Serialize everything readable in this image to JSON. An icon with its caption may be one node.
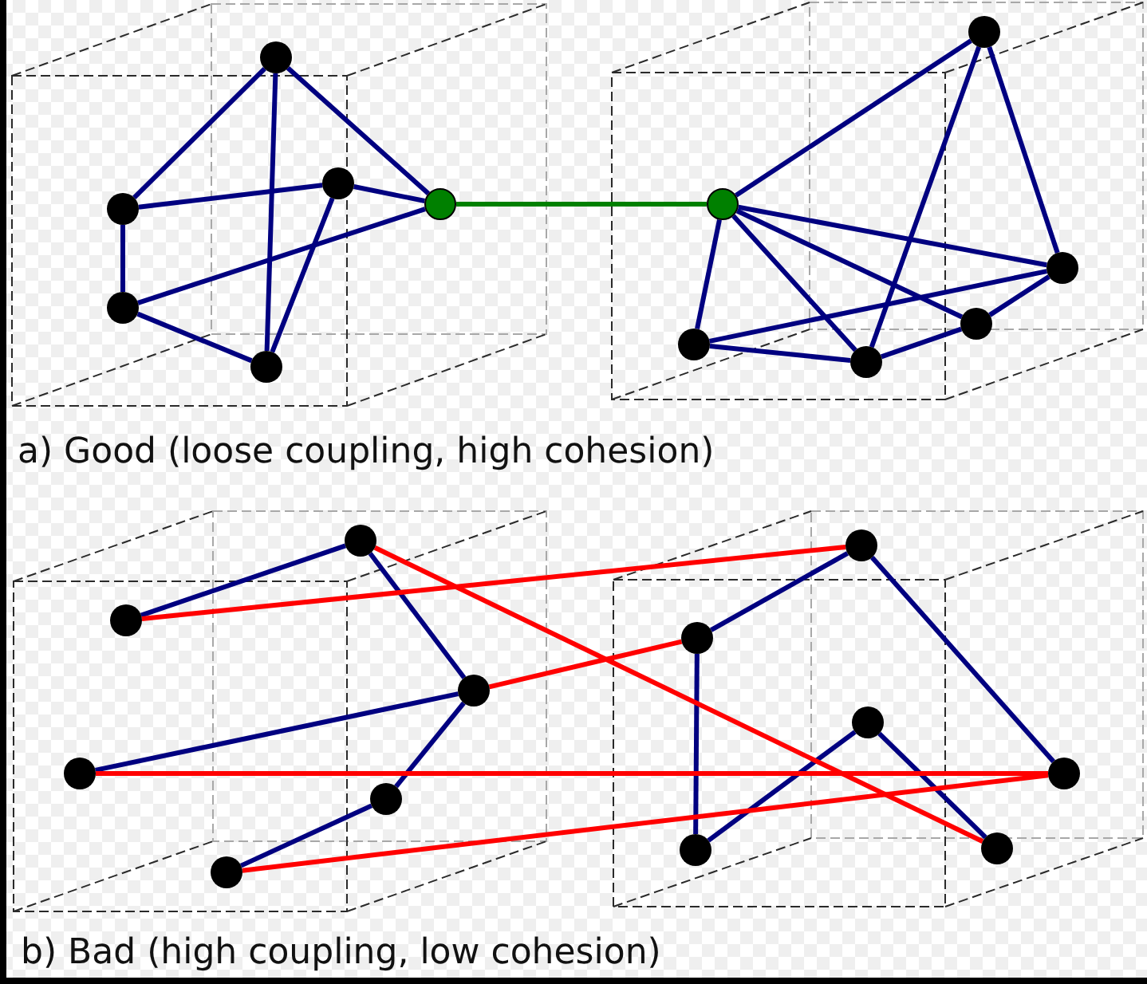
{
  "diagram": {
    "nodes": [
      {
        "text": [],
        "shape": "circle"
      },
      {
        "text": [],
        "shape": "circle"
      },
      {
        "text": [],
        "shape": "circle"
      },
      {
        "text": [],
        "shape": "circle"
      },
      {
        "text": [],
        "shape": "circle"
      },
      {
        "text": [],
        "shape": "circle"
      },
      {
        "text": [],
        "shape": "circle"
      },
      {
        "text": [],
        "shape": "circle"
      },
      {
        "text": [],
        "shape": "circle"
      },
      {
        "text": [],
        "shape": "circle"
      },
      {
        "text": [],
        "shape": "circle"
      },
      {
        "text": [],
        "shape": "circle"
      },
      {
        "text": [],
        "shape": "circle"
      },
      {
        "text": [],
        "shape": "circle"
      },
      {
        "text": [],
        "shape": "circle"
      },
      {
        "text": [],
        "shape": "circle"
      },
      {
        "text": [],
        "shape": "circle"
      },
      {
        "text": [],
        "shape": "circle"
      },
      {
        "text": [],
        "shape": "circle"
      },
      {
        "text": [],
        "shape": "circle"
      },
      {
        "text": [],
        "shape": "circle"
      },
      {
        "text": [],
        "shape": "circle"
      },
      {
        "text": [],
        "shape": "circle"
      },
      {
        "text": [],
        "shape": "circle"
      }
    ],
    "edges": [
      {
        "from": 0,
        "to": 1,
        "arrow": "none"
      },
      {
        "from": 0,
        "to": 5,
        "arrow": "none"
      },
      {
        "from": 0,
        "to": 3,
        "arrow": "none"
      },
      {
        "from": 1,
        "to": 2,
        "arrow": "none"
      },
      {
        "from": 1,
        "to": 4,
        "arrow": "none"
      },
      {
        "from": 2,
        "to": 3,
        "arrow": "none"
      },
      {
        "from": 2,
        "to": 5,
        "arrow": "none"
      },
      {
        "from": 4,
        "to": 3,
        "arrow": "none"
      },
      {
        "from": 4,
        "to": 5,
        "arrow": "none"
      },
      {
        "from": 3,
        "to": 7,
        "arrow": "none",
        "color": "#008000"
      },
      {
        "from": 7,
        "to": 6,
        "arrow": "none"
      },
      {
        "from": 7,
        "to": 10,
        "arrow": "none"
      },
      {
        "from": 7,
        "to": 11,
        "arrow": "none"
      },
      {
        "from": 7,
        "to": 9,
        "arrow": "none"
      },
      {
        "from": 7,
        "to": 8,
        "arrow": "none"
      },
      {
        "from": 6,
        "to": 11,
        "arrow": "none"
      },
      {
        "from": 6,
        "to": 8,
        "arrow": "none"
      },
      {
        "from": 10,
        "to": 8,
        "arrow": "none"
      },
      {
        "from": 10,
        "to": 11,
        "arrow": "none"
      },
      {
        "from": 11,
        "to": 9,
        "arrow": "none"
      },
      {
        "from": 9,
        "to": 8,
        "arrow": "none"
      },
      {
        "from": 12,
        "to": 13,
        "arrow": "none"
      },
      {
        "from": 12,
        "to": 14,
        "arrow": "none"
      },
      {
        "from": 14,
        "to": 15,
        "arrow": "none"
      },
      {
        "from": 14,
        "to": 16,
        "arrow": "none"
      },
      {
        "from": 16,
        "to": 17,
        "arrow": "none"
      },
      {
        "from": 18,
        "to": 19,
        "arrow": "none"
      },
      {
        "from": 18,
        "to": 21,
        "arrow": "none"
      },
      {
        "from": 19,
        "to": 22,
        "arrow": "none"
      },
      {
        "from": 22,
        "to": 20,
        "arrow": "none"
      },
      {
        "from": 20,
        "to": 23,
        "arrow": "none"
      },
      {
        "from": 13,
        "to": 18,
        "arrow": "none",
        "color": "#ff0000"
      },
      {
        "from": 12,
        "to": 23,
        "arrow": "none",
        "color": "#ff0000"
      },
      {
        "from": 14,
        "to": 19,
        "arrow": "none",
        "color": "#ff0000"
      },
      {
        "from": 15,
        "to": 21,
        "arrow": "none",
        "color": "#ff0000"
      },
      {
        "from": 17,
        "to": 21,
        "arrow": "none",
        "color": "#ff0000"
      }
    ],
    "labels": [
      "a) Good (loose coupling, high cohesion)",
      "b) Bad (high coupling, low cohesion)"
    ]
  }
}
